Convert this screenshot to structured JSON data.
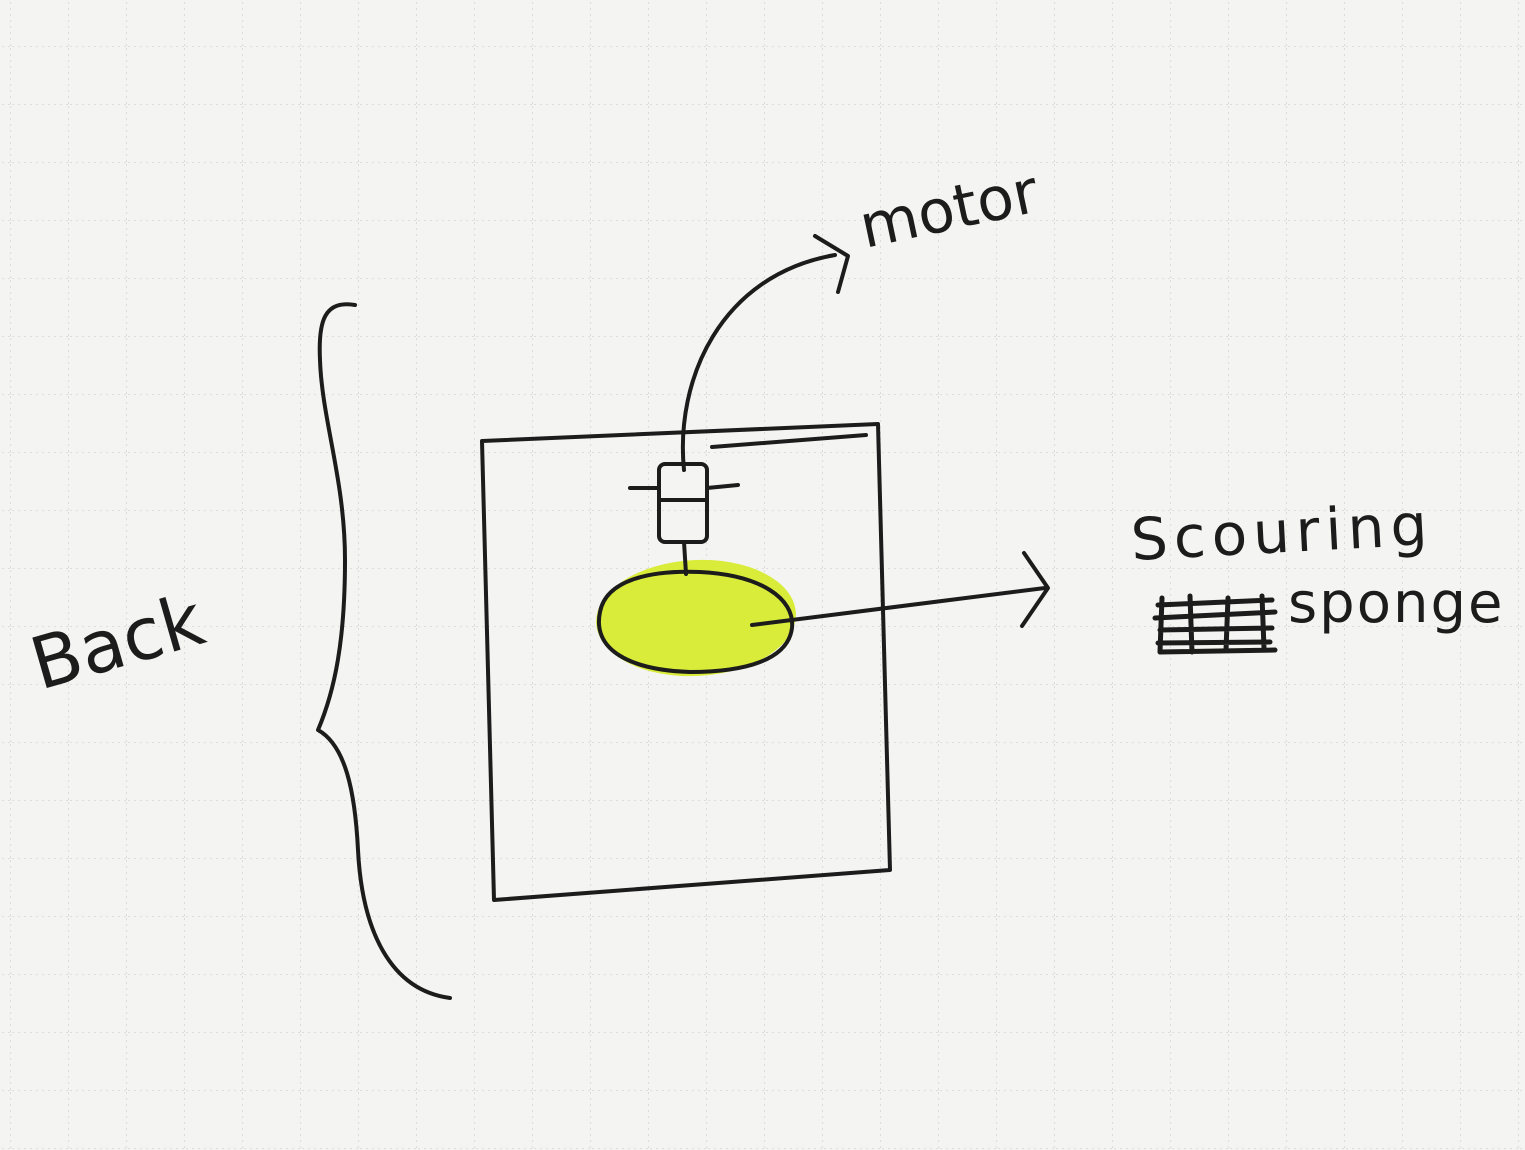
{
  "diagram": {
    "labels": {
      "back": "Back",
      "motor": "motor",
      "scouring": "Scouring",
      "sponge": "sponge"
    },
    "colors": {
      "paper": "#f4f4f2",
      "grid": "#d6d6d2",
      "ink": "#1c1c1c",
      "highlight": "#d9ec3a"
    }
  }
}
